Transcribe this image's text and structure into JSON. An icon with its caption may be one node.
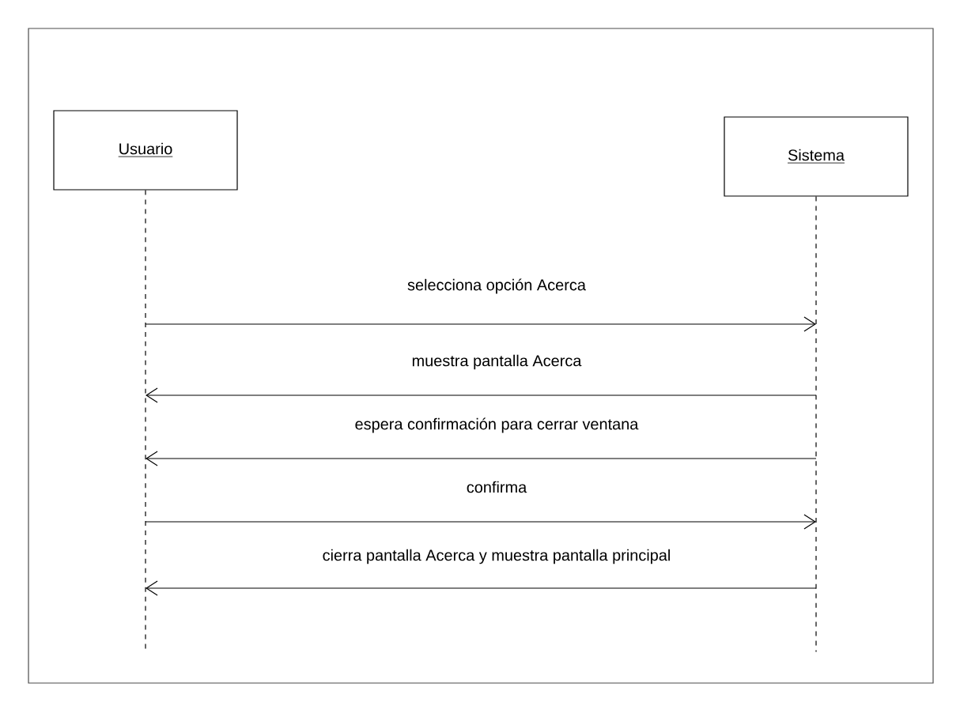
{
  "diagram": {
    "nodes": [
      {
        "text": [
          "Usuario"
        ]
      },
      {
        "text": [
          "Sistema"
        ]
      }
    ],
    "edges": [
      {
        "from": 0,
        "to": 1,
        "arrow": "to",
        "label": "selecciona opción Acerca"
      },
      {
        "from": 1,
        "to": 0,
        "arrow": "to",
        "label": "muestra pantalla Acerca"
      },
      {
        "from": 1,
        "to": 0,
        "arrow": "to",
        "label": "espera confirmación para cerrar ventana"
      },
      {
        "from": 0,
        "to": 1,
        "arrow": "to",
        "label": "confirma"
      },
      {
        "from": 1,
        "to": 0,
        "arrow": "to",
        "label": "cierra pantalla Acerca y muestra pantalla principal"
      }
    ]
  }
}
